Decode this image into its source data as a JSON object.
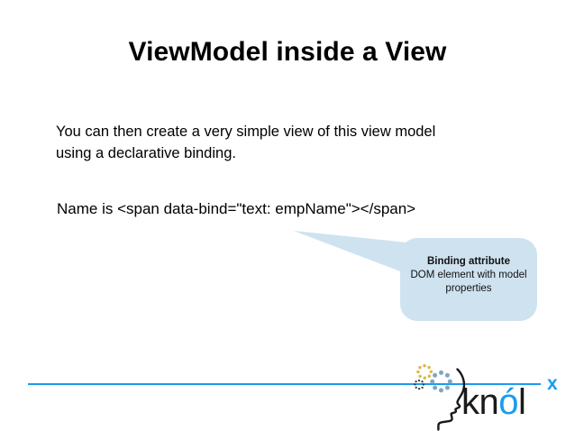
{
  "slide": {
    "title": "ViewModel inside a View",
    "body": {
      "line1": "You can then create a very simple view of this view model",
      "line2": "using a declarative binding."
    },
    "code_sample": "Name is <span data-bind=\"text: empName\"></span>",
    "callout": {
      "heading": "Binding attribute",
      "subtext": "DOM element with model properties"
    }
  },
  "footer": {
    "logo": {
      "word_part1": "kn",
      "word_accent": "ó",
      "word_part2": "l",
      "superscript": "x"
    }
  },
  "colors": {
    "accent_blue": "#1b9bf0",
    "callout_fill": "#cfe2ef",
    "gear_gold": "#d9b64a",
    "gear_blue": "#7da7c4",
    "text_black": "#000000"
  }
}
